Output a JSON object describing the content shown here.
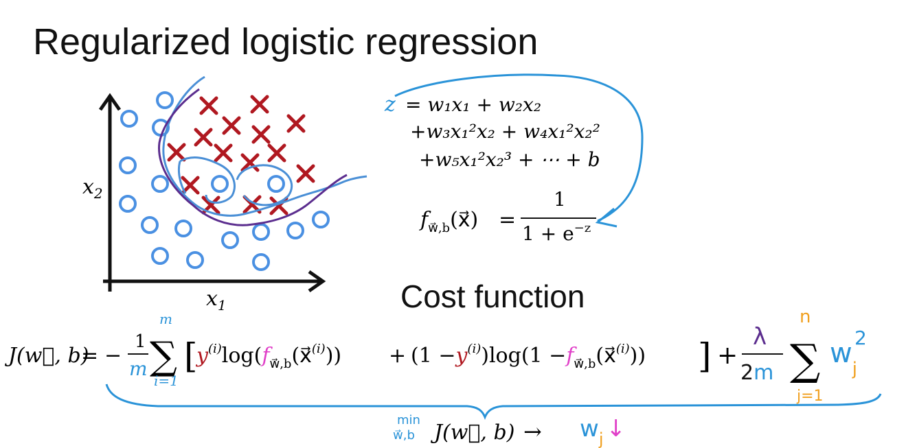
{
  "title": "Regularized logistic regression",
  "subtitle": "Cost function",
  "plot": {
    "xlabel": "x",
    "xlabel_sub": "1",
    "ylabel": "x",
    "ylabel_sub": "2",
    "circle_color": "#4a90e2",
    "cross_color": "#b01820",
    "boundary_colors": [
      "#4a8fd6",
      "#5b2d8e"
    ]
  },
  "z_equation": {
    "lhs": "z",
    "line1": "= w₁x₁ + w₂x₂",
    "line2": "+w₃x₁²x₂ + w₄x₁²x₂²",
    "line3": "+w₅x₁²x₂³ + ⋯ + b"
  },
  "sigmoid": {
    "lhs": "f",
    "lhs_sub": "w⃗,b",
    "lhs_arg": "(x⃗)",
    "equals": "=",
    "numerator": "1",
    "denominator": "1 + e",
    "exp": "−z"
  },
  "cost": {
    "lhs": "J(w⃗, b)",
    "equals": "=",
    "neg": "−",
    "frac_num": "1",
    "frac_den": "m",
    "sum": "∑",
    "sum_top": "m",
    "sum_bottom": "i=1",
    "term_y": "y",
    "sup_i": "(i)",
    "log": "log",
    "f": "f",
    "f_sub": "w⃗,b",
    "x_arg": "(x⃗",
    "one_minus": "(1 −",
    "plus": "+",
    "minus_one": "1 −",
    "lambda": "λ",
    "two_m": "2m",
    "sum2_top": "n",
    "sum2_bottom": "j=1",
    "w": "w",
    "w_sub": "j",
    "w_sup": "2"
  },
  "minimize": {
    "min": "min",
    "min_sub": "w⃗,b",
    "expr": "J(w⃗, b)",
    "arrow": "→",
    "w": "w",
    "w_sub": "j",
    "down": "↓"
  }
}
